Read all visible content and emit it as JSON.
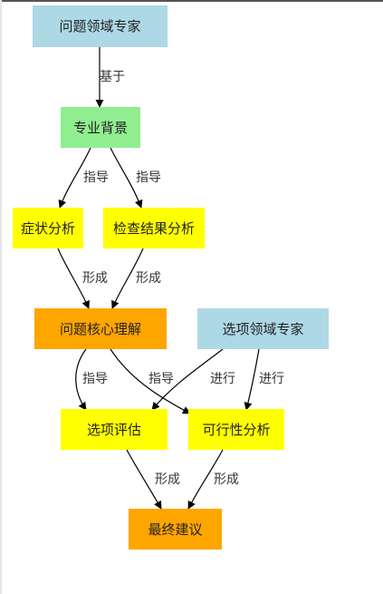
{
  "colors": {
    "expert": "#add8e6",
    "background": "#90ee90",
    "analysis": "#ffff00",
    "core": "#ffa500",
    "edge": "#000000"
  },
  "nodes": {
    "problem_expert": {
      "label": "问题领域专家",
      "color": "#add8e6"
    },
    "background": {
      "label": "专业背景",
      "color": "#90ee90"
    },
    "symptom": {
      "label": "症状分析",
      "color": "#ffff00"
    },
    "exam": {
      "label": "检查结果分析",
      "color": "#ffff00"
    },
    "core": {
      "label": "问题核心理解",
      "color": "#ffa500"
    },
    "option_expert": {
      "label": "选项领域专家",
      "color": "#add8e6"
    },
    "evaluate": {
      "label": "选项评估",
      "color": "#ffff00"
    },
    "feasibility": {
      "label": "可行性分析",
      "color": "#ffff00"
    },
    "final": {
      "label": "最终建议",
      "color": "#ffa500"
    }
  },
  "edges": {
    "e1": {
      "label": "基于"
    },
    "e2": {
      "label": "指导"
    },
    "e3": {
      "label": "指导"
    },
    "e4": {
      "label": "形成"
    },
    "e5": {
      "label": "形成"
    },
    "e6": {
      "label": "指导"
    },
    "e7": {
      "label": "指导"
    },
    "e8": {
      "label": "进行"
    },
    "e9": {
      "label": "进行"
    },
    "e10": {
      "label": "形成"
    },
    "e11": {
      "label": "形成"
    }
  }
}
